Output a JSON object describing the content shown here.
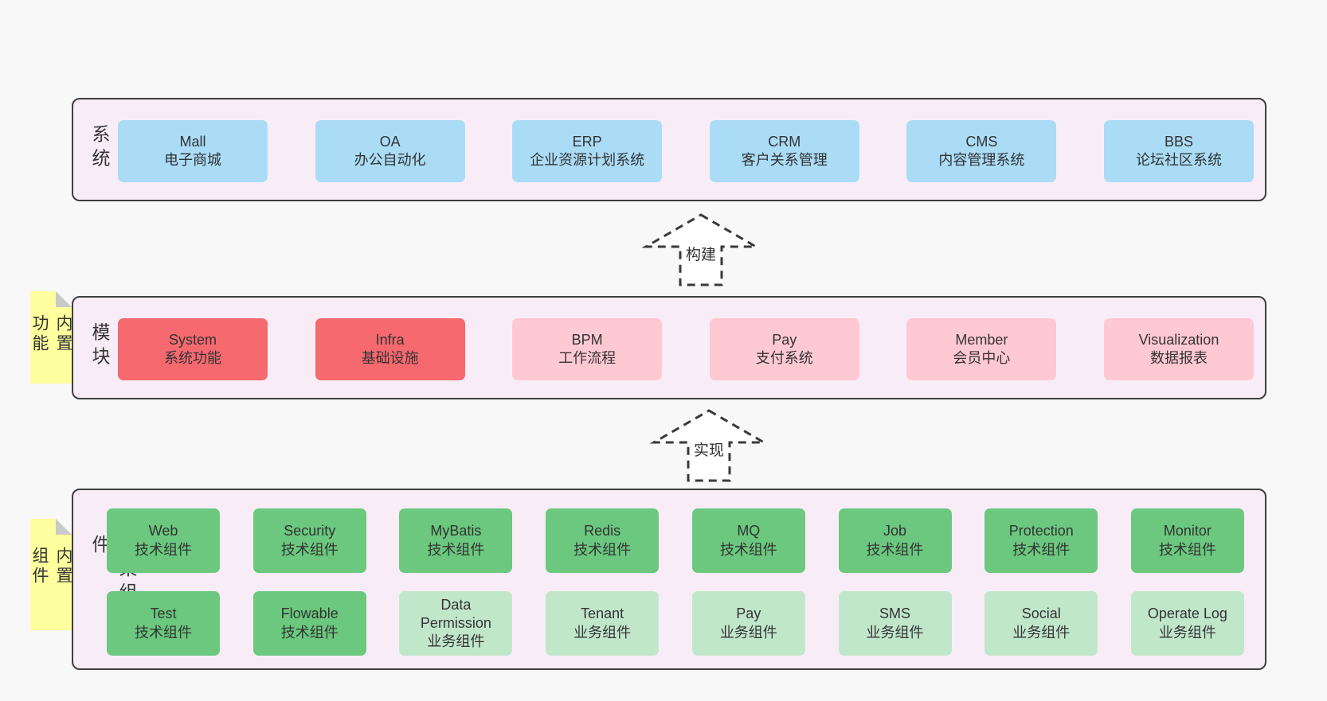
{
  "colors": {
    "page_bg": "#f8f8f8",
    "band_bg": "#f8edf6",
    "band_border": "#3e3e3e",
    "blue_box": "#aadcf6",
    "red_box": "#f6696f",
    "pink_box": "#ffc9d4",
    "green_box": "#6bc87e",
    "light_green_box": "#c1e7ca",
    "sticky_yellow": "#feff9e",
    "sticky_fold_gray": "#c9c9c9",
    "text": "#333333"
  },
  "bands": [
    {
      "label": "业务系统",
      "boxes": [
        {
          "title": "Mall",
          "subtitle": "电子商城",
          "variant": "blue"
        },
        {
          "title": "OA",
          "subtitle": "办公自动化",
          "variant": "blue"
        },
        {
          "title": "ERP",
          "subtitle": "企业资源计划系统",
          "variant": "blue"
        },
        {
          "title": "CRM",
          "subtitle": "客户关系管理",
          "variant": "blue"
        },
        {
          "title": "CMS",
          "subtitle": "内容管理系统",
          "variant": "blue"
        },
        {
          "title": "BBS",
          "subtitle": "论坛社区系统",
          "variant": "blue"
        }
      ]
    },
    {
      "label": "通用模块",
      "sticky": "内置功能",
      "boxes": [
        {
          "title": "System",
          "subtitle": "系统功能",
          "variant": "red"
        },
        {
          "title": "Infra",
          "subtitle": "基础设施",
          "variant": "red"
        },
        {
          "title": "BPM",
          "subtitle": "工作流程",
          "variant": "pink"
        },
        {
          "title": "Pay",
          "subtitle": "支付系统",
          "variant": "pink"
        },
        {
          "title": "Member",
          "subtitle": "会员中心",
          "variant": "pink"
        },
        {
          "title": "Visualization",
          "subtitle": "数据报表",
          "variant": "pink"
        }
      ]
    },
    {
      "label": "框架组件",
      "sticky": "内置组件",
      "row1": [
        {
          "title": "Web",
          "subtitle": "技术组件",
          "variant": "green"
        },
        {
          "title": "Security",
          "subtitle": "技术组件",
          "variant": "green"
        },
        {
          "title": "MyBatis",
          "subtitle": "技术组件",
          "variant": "green"
        },
        {
          "title": "Redis",
          "subtitle": "技术组件",
          "variant": "green"
        },
        {
          "title": "MQ",
          "subtitle": "技术组件",
          "variant": "green"
        },
        {
          "title": "Job",
          "subtitle": "技术组件",
          "variant": "green"
        },
        {
          "title": "Protection",
          "subtitle": "技术组件",
          "variant": "green"
        },
        {
          "title": "Monitor",
          "subtitle": "技术组件",
          "variant": "green"
        }
      ],
      "row2": [
        {
          "title": "Test",
          "subtitle": "技术组件",
          "variant": "green"
        },
        {
          "title": "Flowable",
          "subtitle": "技术组件",
          "variant": "green"
        },
        {
          "title": "Data Permission",
          "subtitle": "业务组件",
          "variant": "light-green"
        },
        {
          "title": "Tenant",
          "subtitle": "业务组件",
          "variant": "light-green"
        },
        {
          "title": "Pay",
          "subtitle": "业务组件",
          "variant": "light-green"
        },
        {
          "title": "SMS",
          "subtitle": "业务组件",
          "variant": "light-green"
        },
        {
          "title": "Social",
          "subtitle": "业务组件",
          "variant": "light-green"
        },
        {
          "title": "Operate Log",
          "subtitle": "业务组件",
          "variant": "light-green"
        }
      ]
    }
  ],
  "arrows": [
    {
      "label": "构建"
    },
    {
      "label": "实现"
    }
  ]
}
